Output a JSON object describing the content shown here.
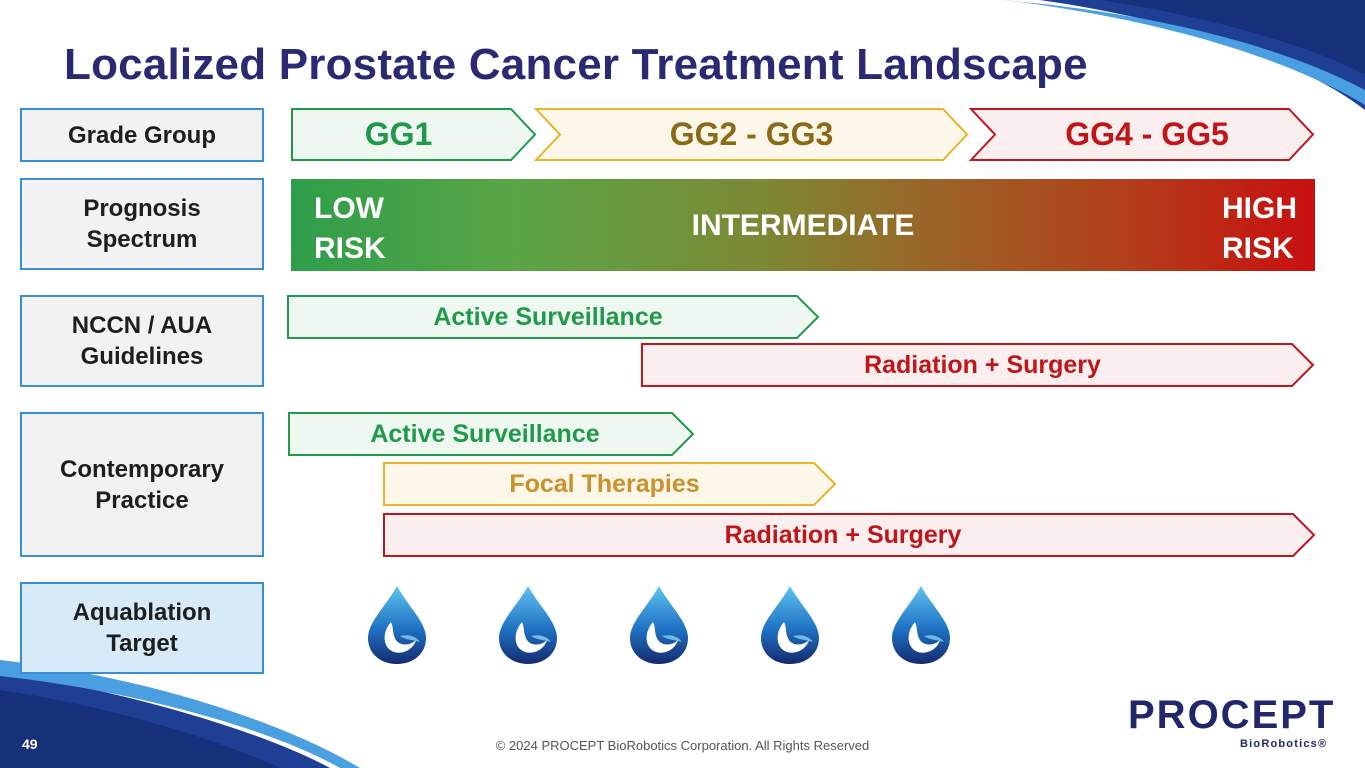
{
  "title": "Localized Prostate Cancer Treatment Landscape",
  "rows": {
    "grade_group": "Grade Group",
    "prognosis": "Prognosis\nSpectrum",
    "guidelines": "NCCN / AUA\nGuidelines",
    "practice": "Contemporary\nPractice",
    "aquablation": "Aquablation\nTarget"
  },
  "grade": {
    "gg1": "GG1",
    "gg23": "GG2 - GG3",
    "gg45": "GG4 - GG5"
  },
  "spectrum": {
    "low": "LOW\nRISK",
    "mid": "INTERMEDIATE",
    "high": "HIGH\nRISK"
  },
  "guidelines": {
    "active_surveillance": "Active Surveillance",
    "radiation_surgery": "Radiation + Surgery"
  },
  "practice": {
    "active_surveillance": "Active Surveillance",
    "focal_therapies": "Focal Therapies",
    "radiation_surgery": "Radiation + Surgery"
  },
  "aquablation_drop_count": 5,
  "footer": "© 2024 PROCEPT BioRobotics Corporation. All Rights Reserved",
  "page_number": "49",
  "logo": {
    "word": "PROCEPT",
    "sub": "BioRobotics®"
  },
  "colors": {
    "green": "#1f9a4a",
    "gold": "#a67c1e",
    "red": "#c0161a",
    "navy": "#2a2a72"
  }
}
